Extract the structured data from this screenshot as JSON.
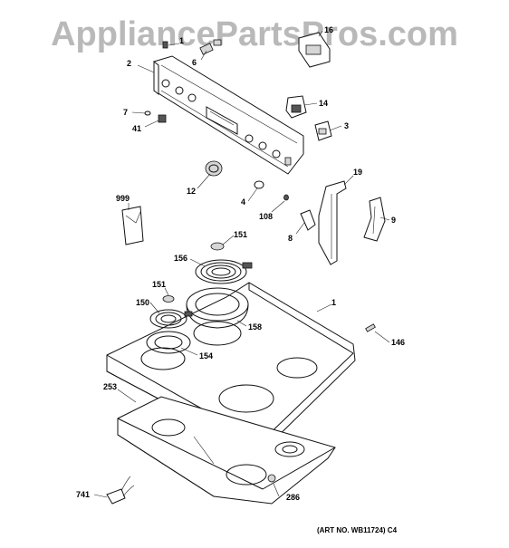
{
  "watermark": {
    "text": "AppliancePartsPros.com",
    "color": "#b9b9b9"
  },
  "art_caption": "(ART NO. WB11724) C4",
  "callouts": [
    {
      "id": "2",
      "label": "2"
    },
    {
      "id": "1a",
      "label": "1"
    },
    {
      "id": "6",
      "label": "6"
    },
    {
      "id": "16",
      "label": "16"
    },
    {
      "id": "7",
      "label": "7"
    },
    {
      "id": "41",
      "label": "41"
    },
    {
      "id": "14",
      "label": "14"
    },
    {
      "id": "3",
      "label": "3"
    },
    {
      "id": "12",
      "label": "12"
    },
    {
      "id": "4",
      "label": "4"
    },
    {
      "id": "19",
      "label": "19"
    },
    {
      "id": "999",
      "label": "999"
    },
    {
      "id": "108",
      "label": "108"
    },
    {
      "id": "8",
      "label": "8"
    },
    {
      "id": "9",
      "label": "9"
    },
    {
      "id": "151a",
      "label": "151"
    },
    {
      "id": "156",
      "label": "156"
    },
    {
      "id": "151b",
      "label": "151"
    },
    {
      "id": "150",
      "label": "150"
    },
    {
      "id": "1",
      "label": "1"
    },
    {
      "id": "158",
      "label": "158"
    },
    {
      "id": "154",
      "label": "154"
    },
    {
      "id": "146",
      "label": "146"
    },
    {
      "id": "253",
      "label": "253"
    },
    {
      "id": "741",
      "label": "741"
    },
    {
      "id": "286",
      "label": "286"
    }
  ]
}
